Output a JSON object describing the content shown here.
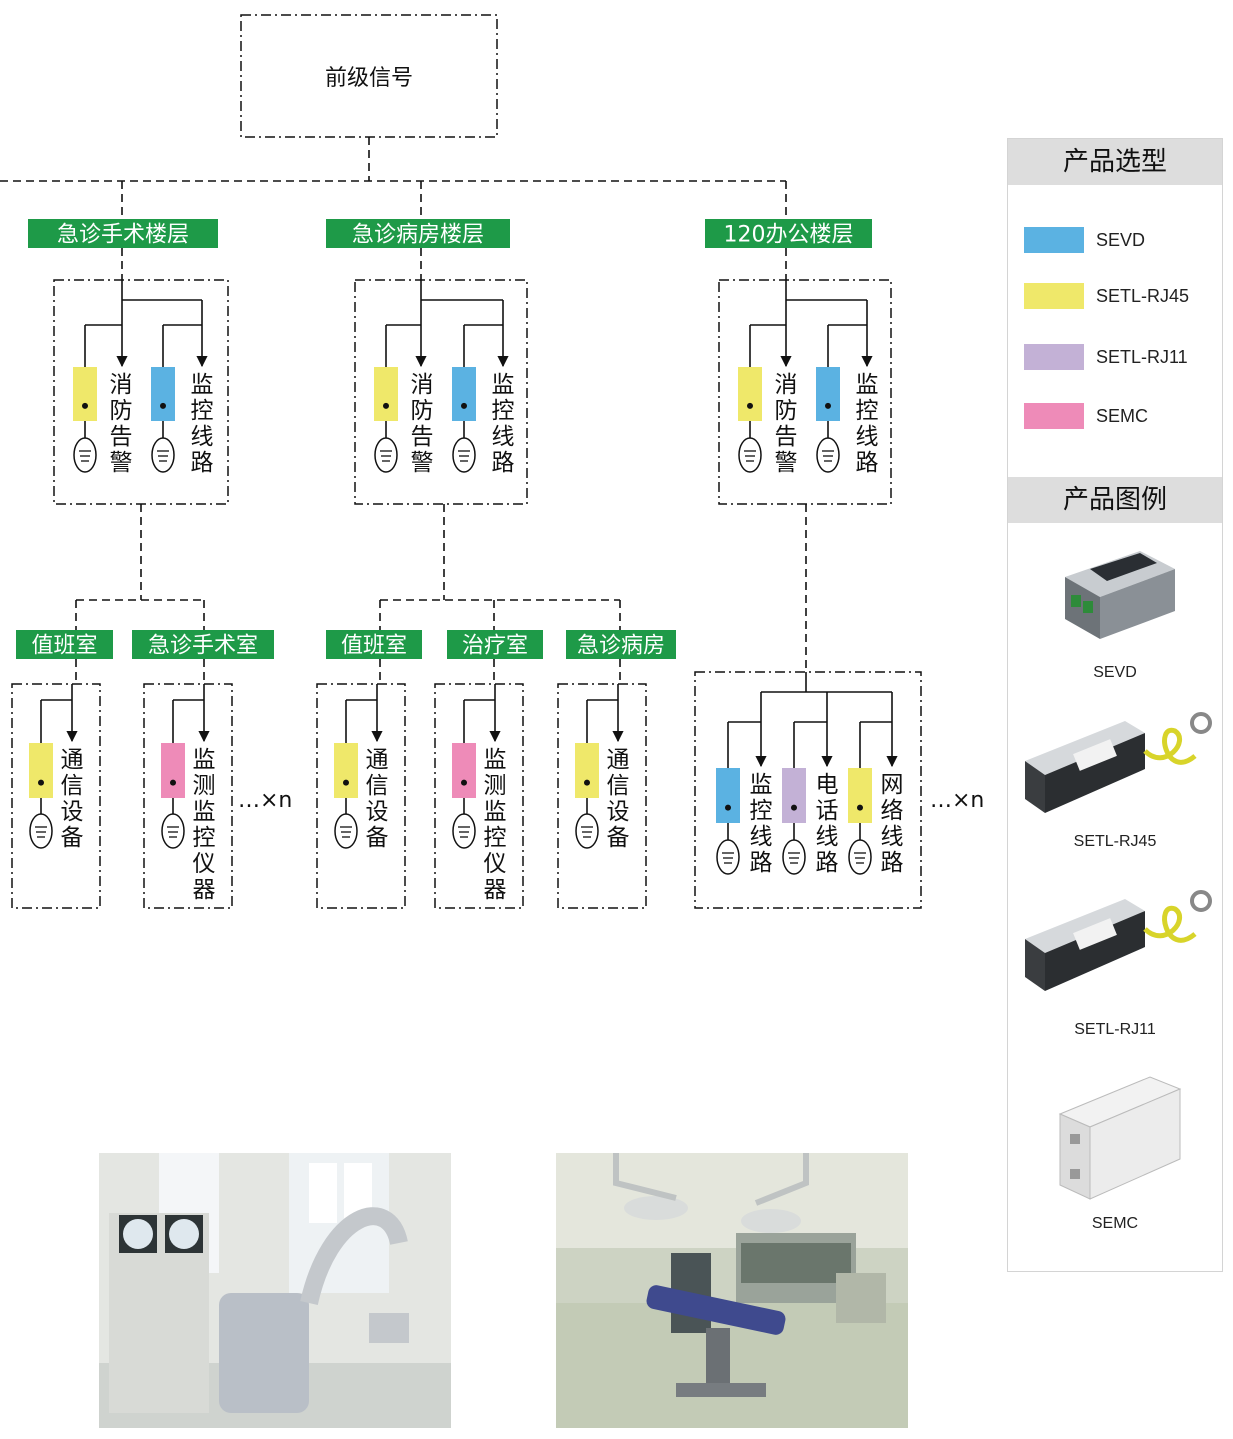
{
  "top_node": "前级信号",
  "colors": {
    "green": "#1e9a48",
    "SEVD": "#5bb2e2",
    "SETL-RJ45": "#efe86a",
    "SETL-RJ11": "#c3b1d6",
    "SEMC": "#ee8bb8"
  },
  "floors": [
    {
      "name": "急诊手术楼层",
      "lines": [
        "消防告警",
        "监控线路"
      ]
    },
    {
      "name": "急诊病房楼层",
      "lines": [
        "消防告警",
        "监控线路"
      ]
    },
    {
      "name": "120办公楼层",
      "lines": [
        "消防告警",
        "监控线路"
      ]
    }
  ],
  "rooms": [
    {
      "name": "值班室",
      "line": "通信设备",
      "product": "SETL-RJ45"
    },
    {
      "name": "急诊手术室",
      "line": "监测监控仪器",
      "product": "SEMC"
    },
    {
      "name": "值班室",
      "line": "通信设备",
      "product": "SETL-RJ45"
    },
    {
      "name": "治疗室",
      "line": "监测监控仪器",
      "product": "SEMC"
    },
    {
      "name": "急诊病房",
      "line": "通信设备",
      "product": "SETL-RJ45"
    }
  ],
  "office_lines": [
    {
      "line": "监控线路",
      "product": "SEVD"
    },
    {
      "line": "电话线路",
      "product": "SETL-RJ11"
    },
    {
      "line": "网络线路",
      "product": "SETL-RJ45"
    }
  ],
  "repeat_marks": [
    "…×n",
    "…×n"
  ],
  "legend": {
    "selection_title": "产品选型",
    "items": [
      "SEVD",
      "SETL-RJ45",
      "SETL-RJ11",
      "SEMC"
    ],
    "images_title": "产品图例",
    "products": [
      "SEVD",
      "SETL-RJ45",
      "SETL-RJ11",
      "SEMC"
    ]
  }
}
